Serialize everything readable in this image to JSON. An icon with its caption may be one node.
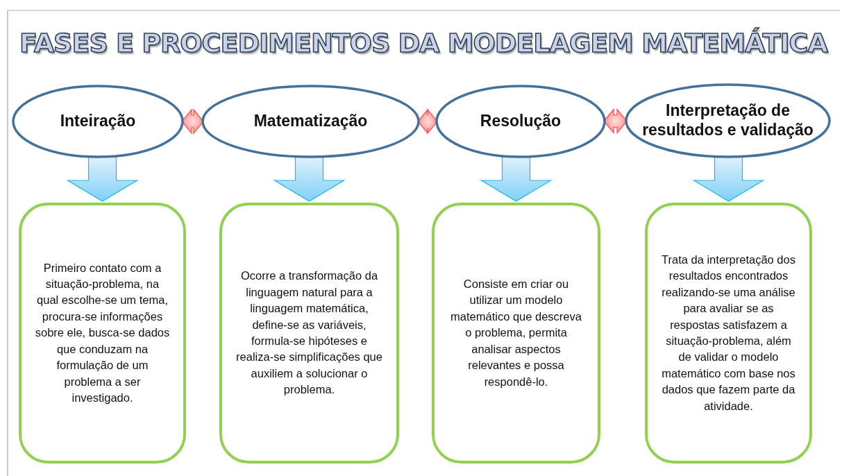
{
  "diagram": {
    "title": "FASES E PROCEDIMENTOS DA MODELAGEM MATEMÁTICA",
    "nodes": [
      {
        "text": [
          "Inteiração"
        ]
      },
      {
        "text": [
          "Matematização"
        ]
      },
      {
        "text": [
          "Resolução"
        ]
      },
      {
        "text": [
          "Interpretação de resultados e validação"
        ]
      },
      {
        "text": [
          "Primeiro contato com a situação-problema, na qual escolhe-se um tema, procura-se informações sobre ele, busca-se dados que conduzam na formulação de um problema a ser investigado."
        ]
      },
      {
        "text": [
          "Ocorre a transformação da linguagem natural para a linguagem matemática, define-se as variáveis, formula-se hipóteses e realiza-se simplificações que auxiliem a solucionar o problema."
        ]
      },
      {
        "text": [
          "Consiste em criar ou utilizar um modelo matemático que descreva o problema, permita analisar aspectos relevantes e possa respondê-lo."
        ]
      },
      {
        "text": [
          "Trata da interpretação dos resultados encontrados realizando-se uma análise para avaliar se as respostas satisfazem a situação-problema, além de validar o modelo matemático com base nos dados que fazem parte da atividade."
        ]
      }
    ],
    "edges": [
      {
        "from": 0,
        "to": 1,
        "arrow": "both",
        "style": "thick",
        "color": "#ff4d4d"
      },
      {
        "from": 1,
        "to": 2,
        "arrow": "both",
        "style": "thick",
        "color": "#ff4d4d"
      },
      {
        "from": 2,
        "to": 3,
        "arrow": "both",
        "style": "thick",
        "color": "#ff4d4d"
      },
      {
        "from": 0,
        "to": 4,
        "arrow": "to",
        "style": "thick"
      },
      {
        "from": 1,
        "to": 5,
        "arrow": "to",
        "style": "thick"
      },
      {
        "from": 2,
        "to": 6,
        "arrow": "to",
        "style": "thick"
      },
      {
        "from": 3,
        "to": 7,
        "arrow": "to",
        "style": "thick"
      }
    ]
  }
}
